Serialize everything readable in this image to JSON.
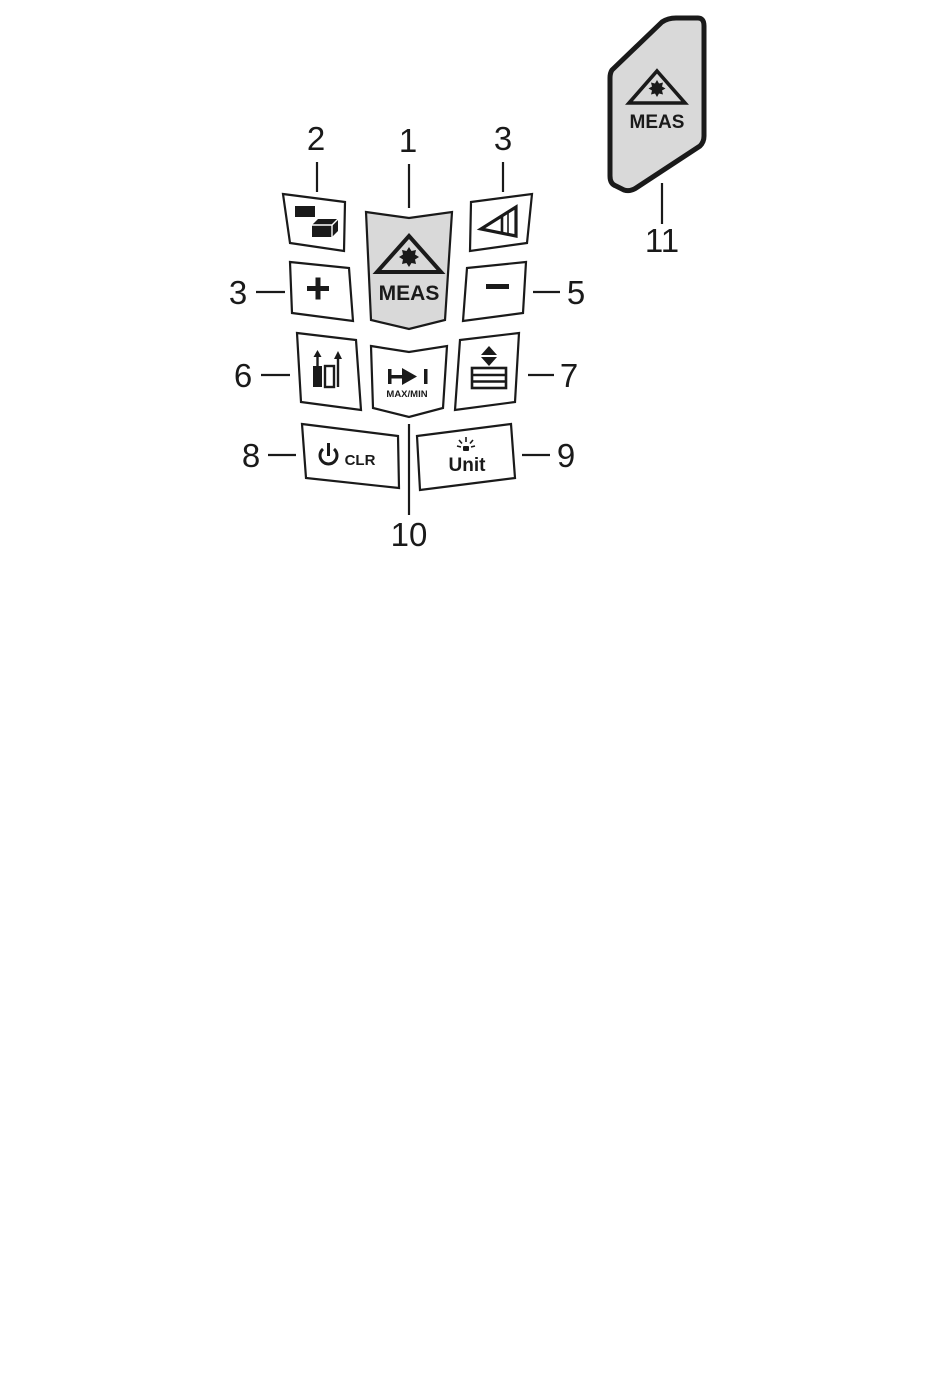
{
  "keypad": {
    "meas_label": "MEAS",
    "maxmin_label": "MAX/MIN",
    "clr_label": "CLR",
    "unit_label": "Unit"
  },
  "side_key": {
    "meas_label": "MEAS"
  },
  "callouts": {
    "c1": "1",
    "c2": "2",
    "c3_top": "3",
    "c3_left": "3",
    "c5": "5",
    "c6": "6",
    "c7": "7",
    "c8": "8",
    "c9": "9",
    "c10": "10",
    "c11": "11"
  },
  "icons": {
    "area_volume": "area-volume-icon",
    "angle": "triangle-angle-icon",
    "plus": "plus-icon",
    "minus": "minus-icon",
    "laser": "laser-triangle-icon",
    "pythagoras": "pythagoras-icon",
    "continuous": "continuous-arrow-icon",
    "reference": "reference-stack-icon",
    "power": "power-icon",
    "backlight": "backlight-icon"
  },
  "colors": {
    "ink": "#1a1a1a",
    "meas_key": "#d9d9d9",
    "key": "#ffffff"
  }
}
